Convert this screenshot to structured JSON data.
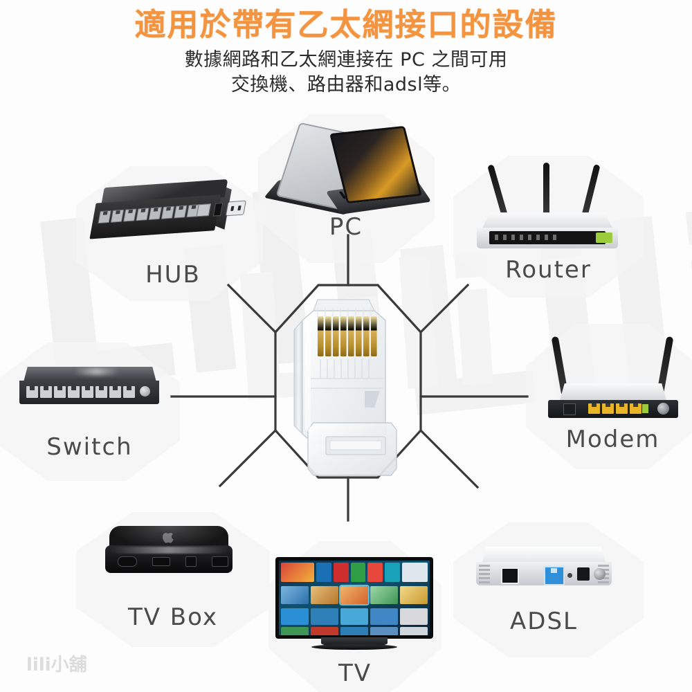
{
  "header": {
    "title": "適用於帶有乙太網接口的設備",
    "subtitle_line1": "數據網路和乙太網連接在 PC 之間可用",
    "subtitle_line2": "交換機、路由器和adsl等。",
    "title_color": "#f29440",
    "subtitle_color": "#2b2b2b"
  },
  "diagram": {
    "center": {
      "name": "rj45-connector",
      "pin_count": 8,
      "pin_color": "#d4af37"
    },
    "nodes": [
      {
        "id": "hub",
        "label": "HUB",
        "icon": "network-hub-icon"
      },
      {
        "id": "pc",
        "label": "PC",
        "icon": "laptop-icon"
      },
      {
        "id": "router",
        "label": "Router",
        "icon": "wifi-router-icon"
      },
      {
        "id": "modem",
        "label": "Modem",
        "icon": "modem-icon"
      },
      {
        "id": "adsl",
        "label": "ADSL",
        "icon": "adsl-modem-icon"
      },
      {
        "id": "tv",
        "label": "TV",
        "icon": "television-icon"
      },
      {
        "id": "tvbox",
        "label": "TV Box",
        "icon": "tv-box-icon"
      },
      {
        "id": "switch",
        "label": "Switch",
        "icon": "network-switch-icon"
      }
    ],
    "label_color": "#4a4a4a",
    "line_color": "#3a3a3a",
    "panel_color": "#f4f4f4"
  },
  "watermark": {
    "shop": "lili小舖",
    "background_text": "Lili",
    "color": "#dcdcdc"
  }
}
